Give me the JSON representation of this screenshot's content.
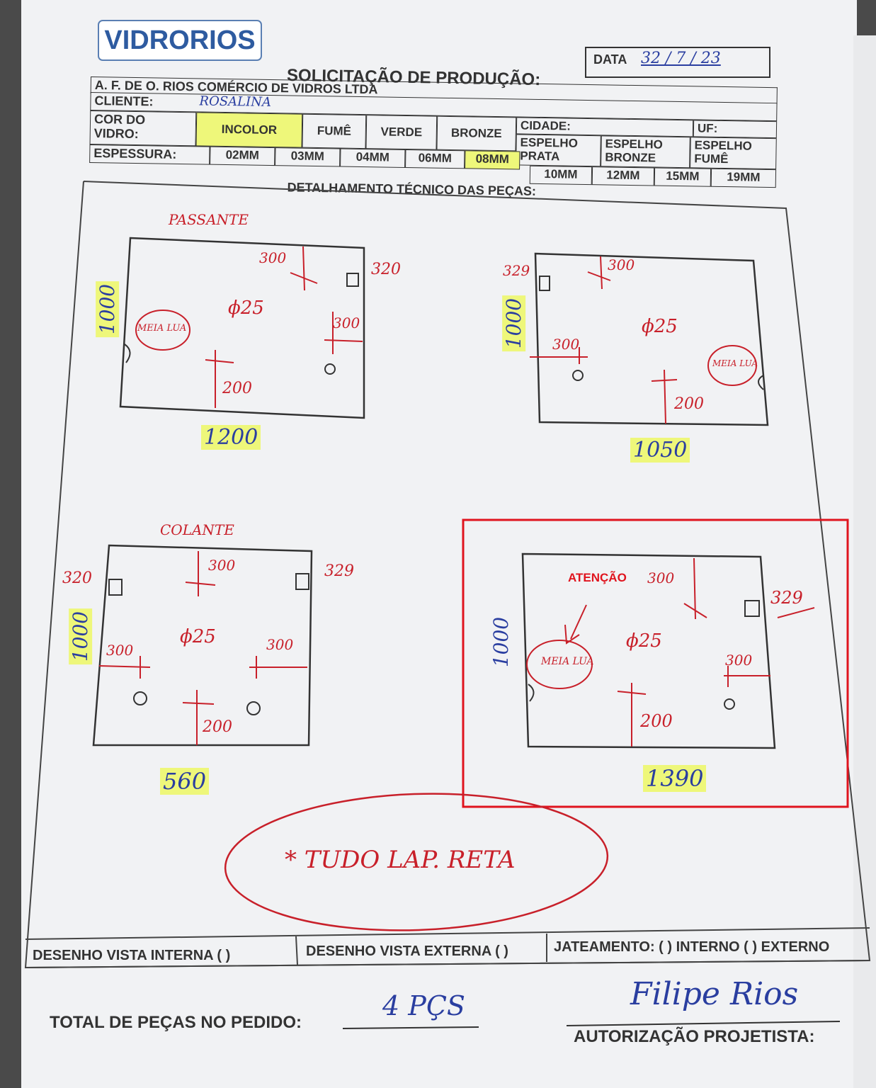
{
  "header": {
    "logo": "VIDRORIOS",
    "date_label": "DATA",
    "date_value": "32 / 7 / 23",
    "title": "SOLICITAÇÃO DE PRODUÇÃO:",
    "company": "A. F. DE O. RIOS COMÉRCIO DE VIDROS LTDA",
    "client_label": "CLIENTE:",
    "client_value": "ROSALINA",
    "city_label": "CIDADE:",
    "uf_label": "UF:"
  },
  "glass_color": {
    "label": "COR DO VIDRO:",
    "options": [
      "INCOLOR",
      "FUMÊ",
      "VERDE",
      "BRONZE",
      "ESPELHO PRATA",
      "ESPELHO BRONZE",
      "ESPELHO FUMÊ"
    ],
    "selected": "INCOLOR"
  },
  "thickness": {
    "label": "ESPESSURA:",
    "options": [
      "02MM",
      "03MM",
      "04MM",
      "06MM",
      "08MM",
      "10MM",
      "12MM",
      "15MM",
      "19MM"
    ],
    "selected": "08MM"
  },
  "details_title": "DETALHAMENTO TÉCNICO DAS PEÇAS:",
  "pieces": [
    {
      "label": "PASSANTE",
      "width": "1200",
      "height": "1000",
      "hole": "ϕ25",
      "dims": [
        "300",
        "320",
        "300",
        "200"
      ],
      "note": "MEIA LUA"
    },
    {
      "label": "",
      "width": "1050",
      "height": "1000",
      "hole": "ϕ25",
      "dims": [
        "329",
        "300",
        "300",
        "200"
      ],
      "note": "MEIA LUA"
    },
    {
      "label": "COLANTE",
      "width": "560",
      "height": "1000",
      "hole": "ϕ25",
      "dims": [
        "320",
        "300",
        "329",
        "300",
        "300",
        "200"
      ],
      "note": ""
    },
    {
      "label": "",
      "width": "1390",
      "height": "1000",
      "hole": "ϕ25",
      "dims": [
        "300",
        "329",
        "300",
        "200"
      ],
      "note": "MEIA LUA",
      "warning": "ATENÇÃO"
    }
  ],
  "note": "* TUDO LAP. RETA",
  "footer": {
    "internal": "DESENHO VISTA INTERNA ( )",
    "external": "DESENHO VISTA EXTERNA ( )",
    "blasting": "JATEAMENTO: ( ) INTERNO ( ) EXTERNO",
    "total_label": "TOTAL DE PEÇAS NO PEDIDO:",
    "total_value": "4 PÇS",
    "auth_label": "AUTORIZAÇÃO PROJETISTA:",
    "signature": "Filipe Rios"
  },
  "colors": {
    "highlight": "#eef77a",
    "ink_red": "#c8202a",
    "ink_blue": "#2a3ea0",
    "frame_red": "#e0141e"
  }
}
